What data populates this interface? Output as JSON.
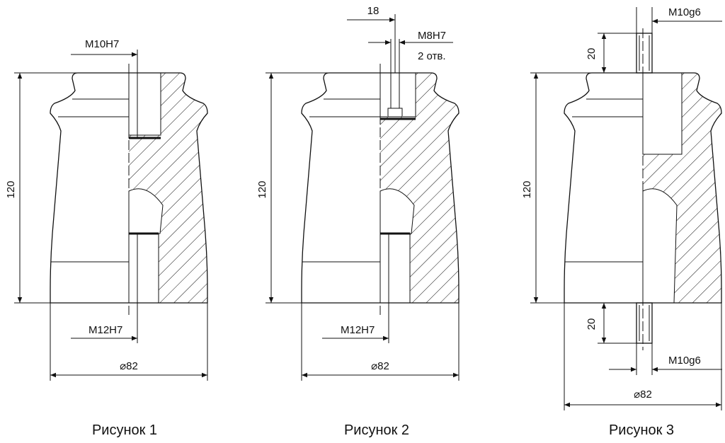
{
  "figures": [
    {
      "caption": "Рисунок 1",
      "height_dim": "120",
      "diameter_dim": "⌀82",
      "top_thread": "M10H7",
      "bottom_thread": "M12H7"
    },
    {
      "caption": "Рисунок 2",
      "height_dim": "120",
      "diameter_dim": "⌀82",
      "top_offset": "18",
      "top_thread": "M8H7",
      "top_holes": "2 отв.",
      "bottom_thread": "M12H7"
    },
    {
      "caption": "Рисунок 3",
      "height_dim": "120",
      "diameter_dim": "⌀82",
      "stud_len_top": "20",
      "stud_len_bottom": "20",
      "top_thread": "M10g6",
      "bottom_thread": "M10g6"
    }
  ],
  "colors": {
    "line": "#111111",
    "background": "#ffffff"
  }
}
